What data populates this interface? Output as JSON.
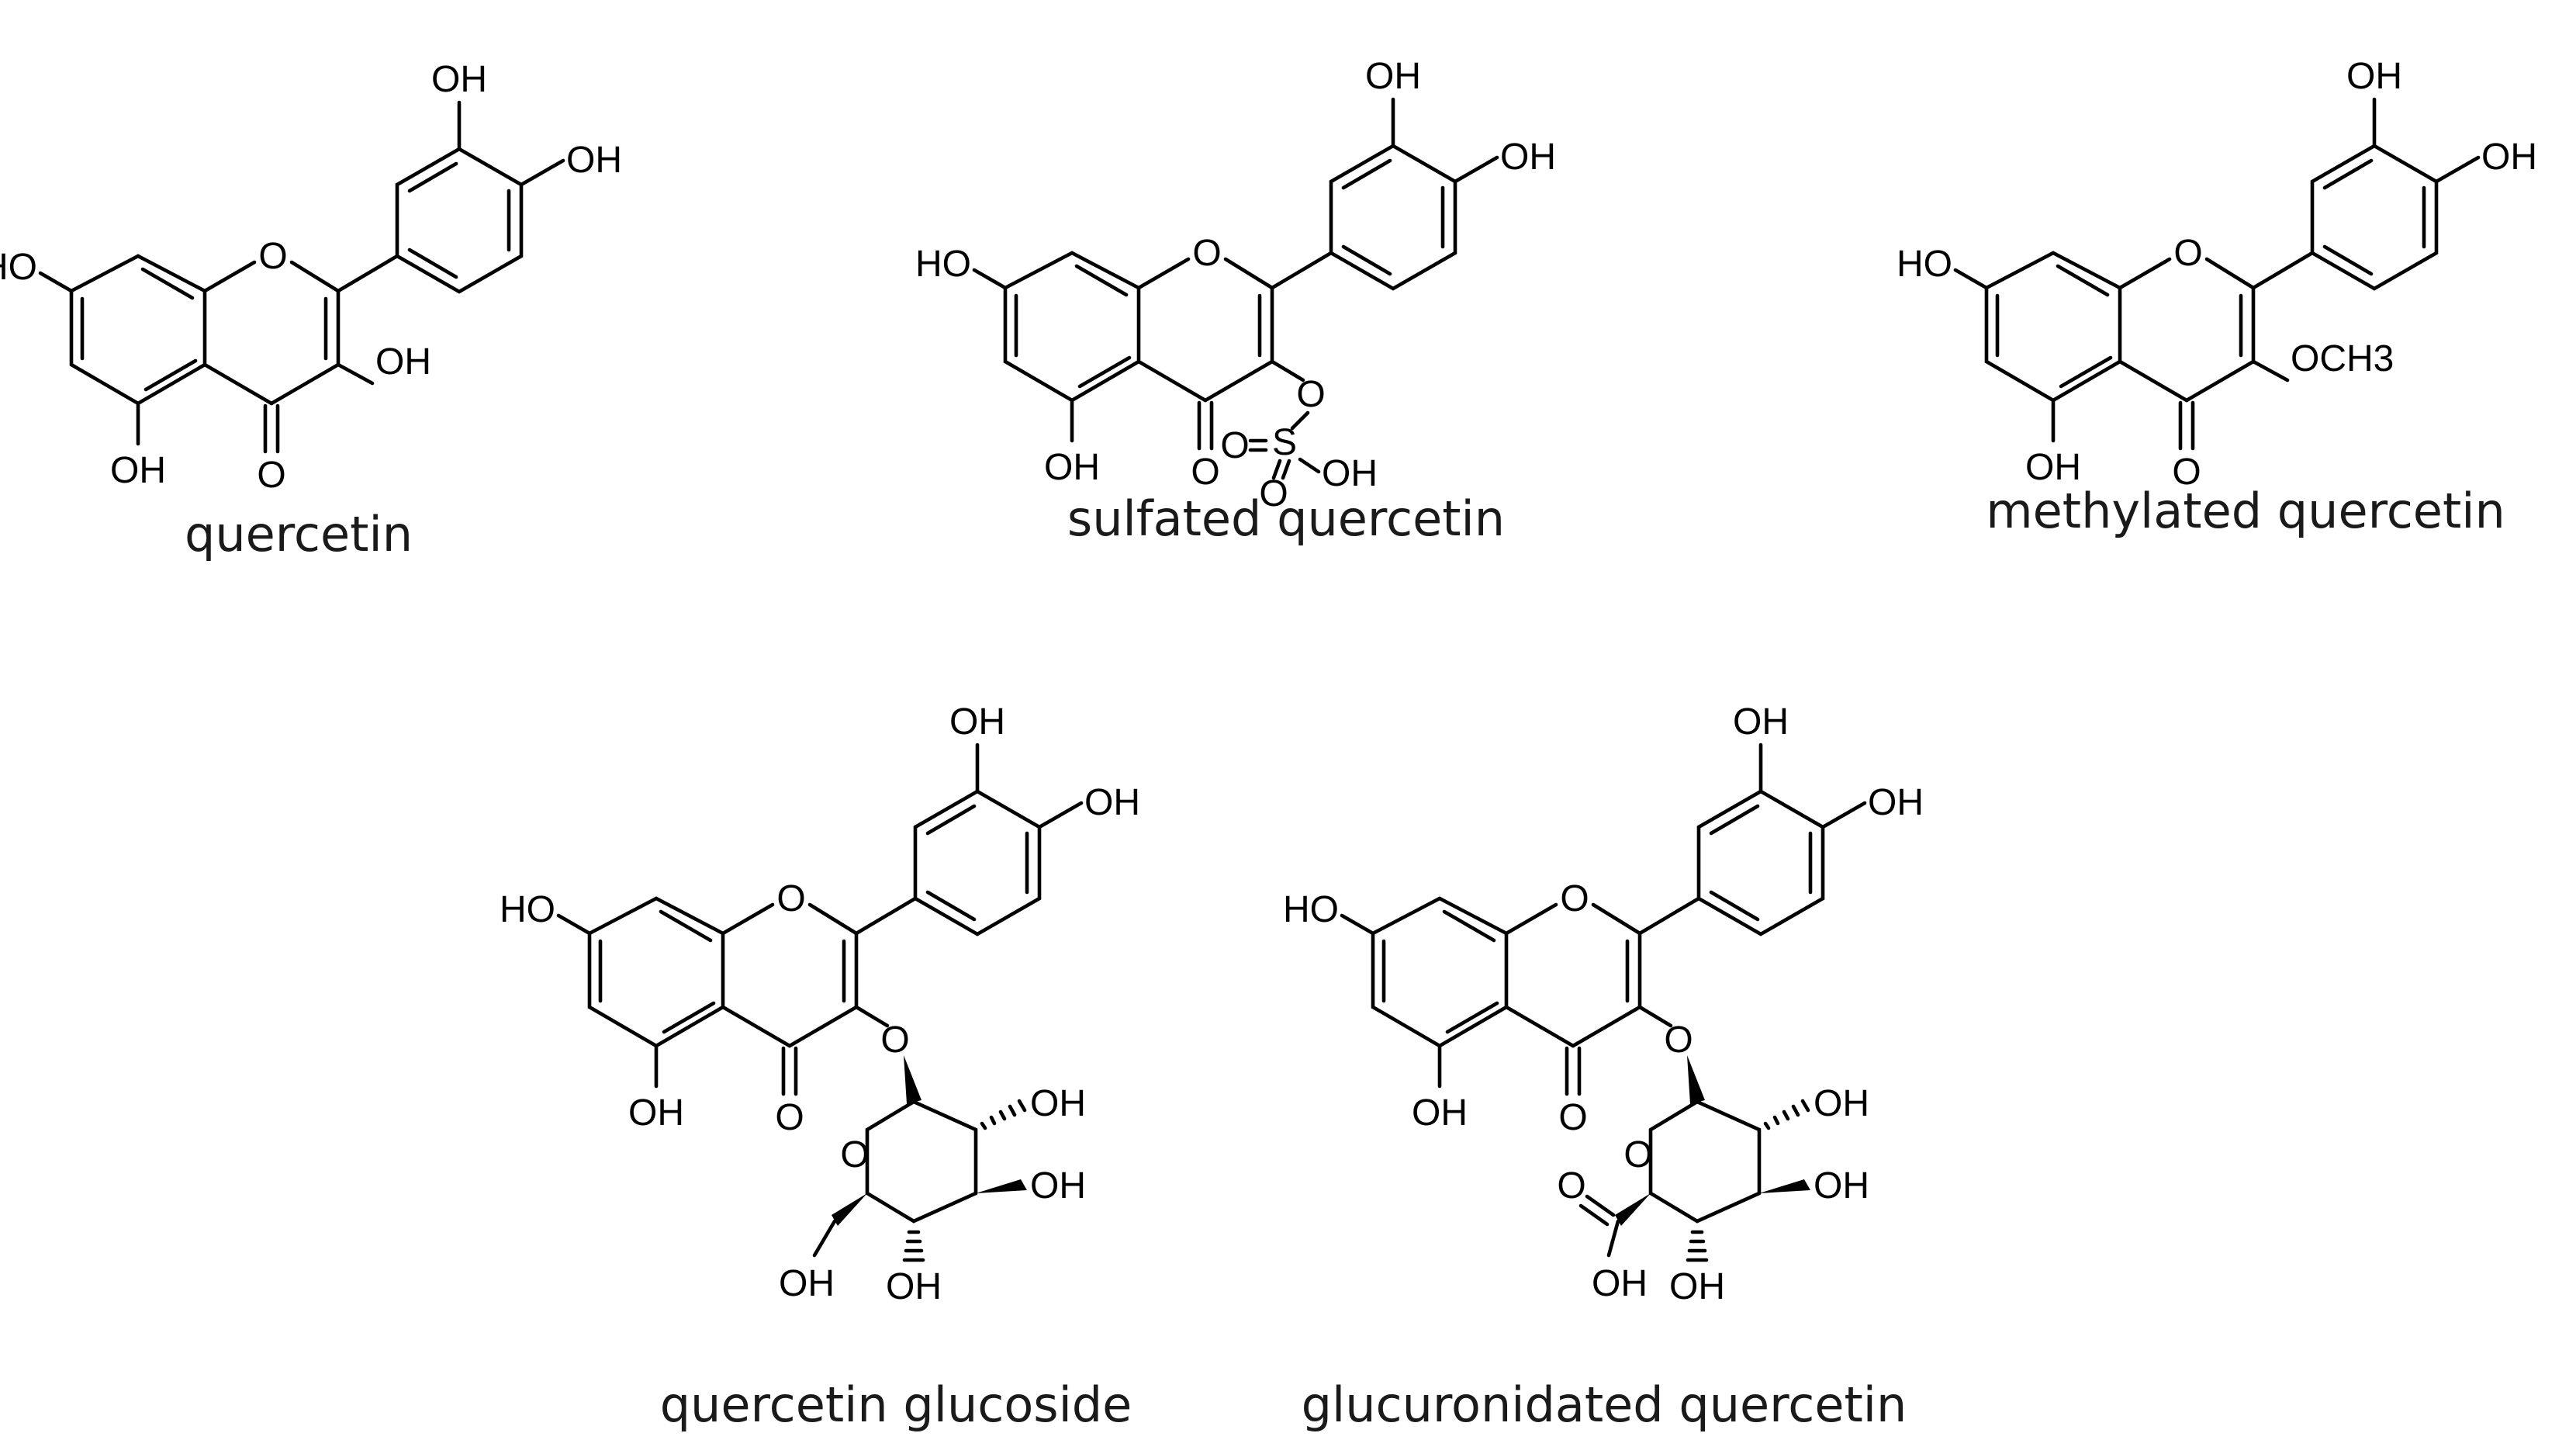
{
  "atoms": {
    "oh": "OH",
    "ho": "HO",
    "o": "O",
    "s": "S",
    "och3": "OCH3"
  },
  "molecules": [
    {
      "id": "quercetin",
      "caption": "quercetin"
    },
    {
      "id": "sulfated",
      "caption": "sulfated quercetin"
    },
    {
      "id": "methylated",
      "caption": "methylated quercetin"
    },
    {
      "id": "glucoside",
      "caption": "quercetin glucoside"
    },
    {
      "id": "glucuronidated",
      "caption": "glucuronidated quercetin"
    }
  ]
}
